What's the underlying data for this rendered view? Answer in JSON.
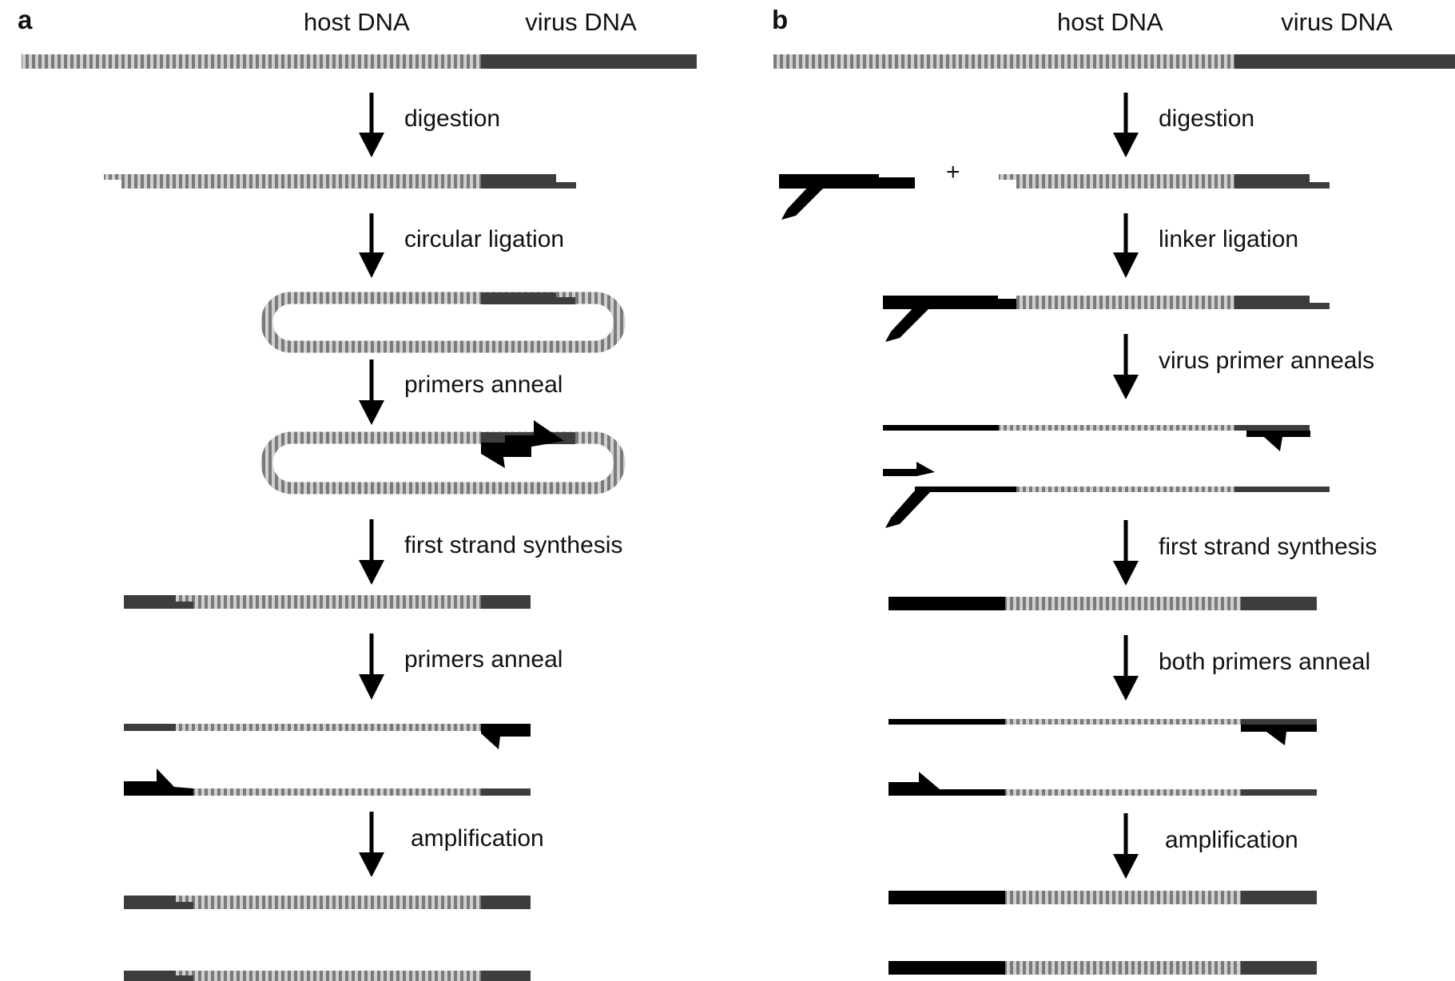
{
  "colors": {
    "host_light": "#cfcfcf",
    "host_dark": "#7a7a7a",
    "virus": "#3d3d3d",
    "linker": "#000000",
    "arrow": "#000000"
  },
  "panel_a": {
    "letter": "a",
    "host_label": "host DNA",
    "virus_label": "virus DNA",
    "steps": {
      "digestion": "digestion",
      "circular_ligation": "circular ligation",
      "primers_anneal_1": "primers anneal",
      "first_strand": "first strand synthesis",
      "primers_anneal_2": "primers anneal",
      "amplification": "amplification"
    }
  },
  "panel_b": {
    "letter": "b",
    "host_label": "host DNA",
    "virus_label": "virus DNA",
    "plus": "+",
    "steps": {
      "digestion": "digestion",
      "linker_ligation": "linker ligation",
      "virus_primer": "virus primer anneals",
      "first_strand": "first strand synthesis",
      "both_primers": "both primers anneal",
      "amplification": "amplification"
    }
  }
}
